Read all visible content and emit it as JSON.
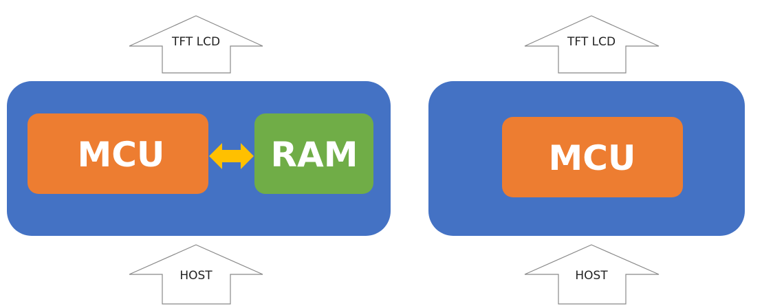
{
  "diagrams": [
    {
      "output_label": "TFT LCD",
      "input_label": "HOST",
      "blocks": [
        {
          "label": "MCU"
        },
        {
          "label": "RAM"
        }
      ]
    },
    {
      "output_label": "TFT LCD",
      "input_label": "HOST",
      "blocks": [
        {
          "label": "MCU"
        }
      ]
    }
  ],
  "colors": {
    "container": "#4472C4",
    "mcu": "#ED7D31",
    "ram": "#70AD47",
    "bus_arrow": "#FFC000"
  }
}
